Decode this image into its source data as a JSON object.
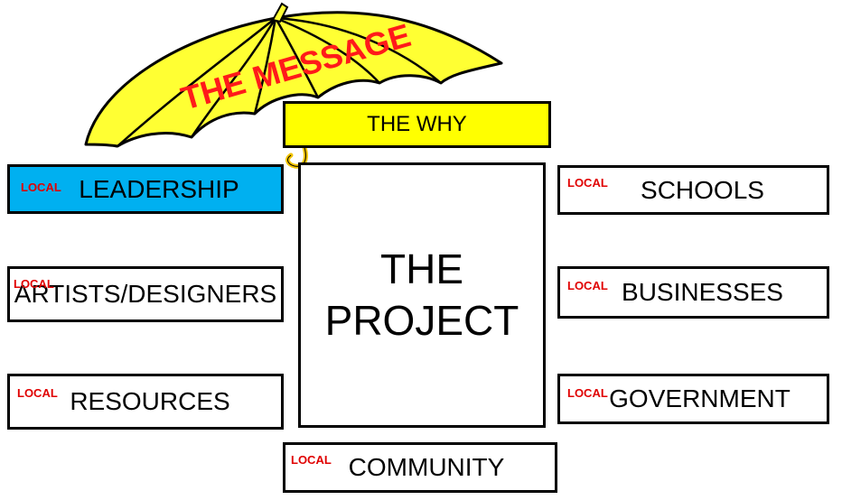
{
  "umbrella": {
    "message": "THE MESSAGE"
  },
  "why": {
    "label": "THE WHY"
  },
  "center": {
    "line1": "THE",
    "line2": "PROJECT"
  },
  "boxes": {
    "leadership": {
      "tag": "LOCAL",
      "label": "LEADERSHIP"
    },
    "artists": {
      "tag": "LOCAL",
      "label": "ARTISTS/DESIGNERS"
    },
    "resources": {
      "tag": "LOCAL",
      "label": "RESOURCES"
    },
    "schools": {
      "tag": "LOCAL",
      "label": "SCHOOLS"
    },
    "businesses": {
      "tag": "LOCAL",
      "label": "BUSINESSES"
    },
    "government": {
      "tag": "LOCAL",
      "label": "GOVERNMENT"
    },
    "community": {
      "tag": "LOCAL",
      "label": "COMMUNITY"
    }
  },
  "colors": {
    "umbrella_fill": "#ffff33",
    "why_fill": "#ffff00",
    "leadership_fill": "#00b0f0",
    "local_tag": "#e00000",
    "message_text": "#ff1a1a"
  }
}
